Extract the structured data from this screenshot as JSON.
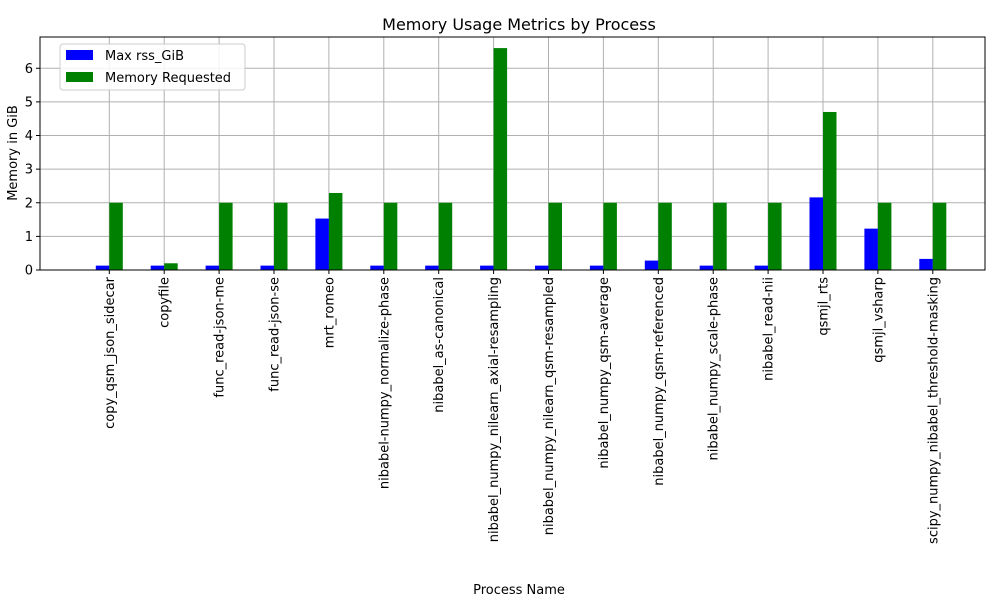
{
  "chart_data": {
    "type": "bar",
    "title": "Memory Usage Metrics by Process",
    "xlabel": "Process Name",
    "ylabel": "Memory in GiB",
    "ylim": [
      0,
      6.93
    ],
    "yticks": [
      0,
      1,
      2,
      3,
      4,
      5,
      6
    ],
    "grid": true,
    "legend_position": "top-left",
    "categories": [
      "copy_qsm_json_sidecar",
      "copyfile",
      "func_read-json-me",
      "func_read-json-se",
      "mrt_romeo",
      "nibabel-numpy_normalize-phase",
      "nibabel_as-canonical",
      "nibabel_numpy_nilearn_axial-resampling",
      "nibabel_numpy_nilearn_qsm-resampled",
      "nibabel_numpy_qsm-average",
      "nibabel_numpy_qsm-referenced",
      "nibabel_numpy_scale-phase",
      "nibabel_read-nii",
      "qsmjl_rts",
      "qsmjl_vsharp",
      "scipy_numpy_nibabel_threshold-masking"
    ],
    "series": [
      {
        "name": "Max rss_GiB",
        "color": "#0000ff",
        "values": [
          0.13,
          0.13,
          0.13,
          0.13,
          1.53,
          0.13,
          0.13,
          0.13,
          0.13,
          0.13,
          0.28,
          0.13,
          0.13,
          2.16,
          1.23,
          0.33
        ]
      },
      {
        "name": "Memory Requested",
        "color": "#008000",
        "values": [
          2,
          0.2,
          2,
          2,
          2.29,
          2,
          2,
          6.6,
          2,
          2,
          2,
          2,
          2,
          4.7,
          2,
          2
        ]
      }
    ]
  }
}
